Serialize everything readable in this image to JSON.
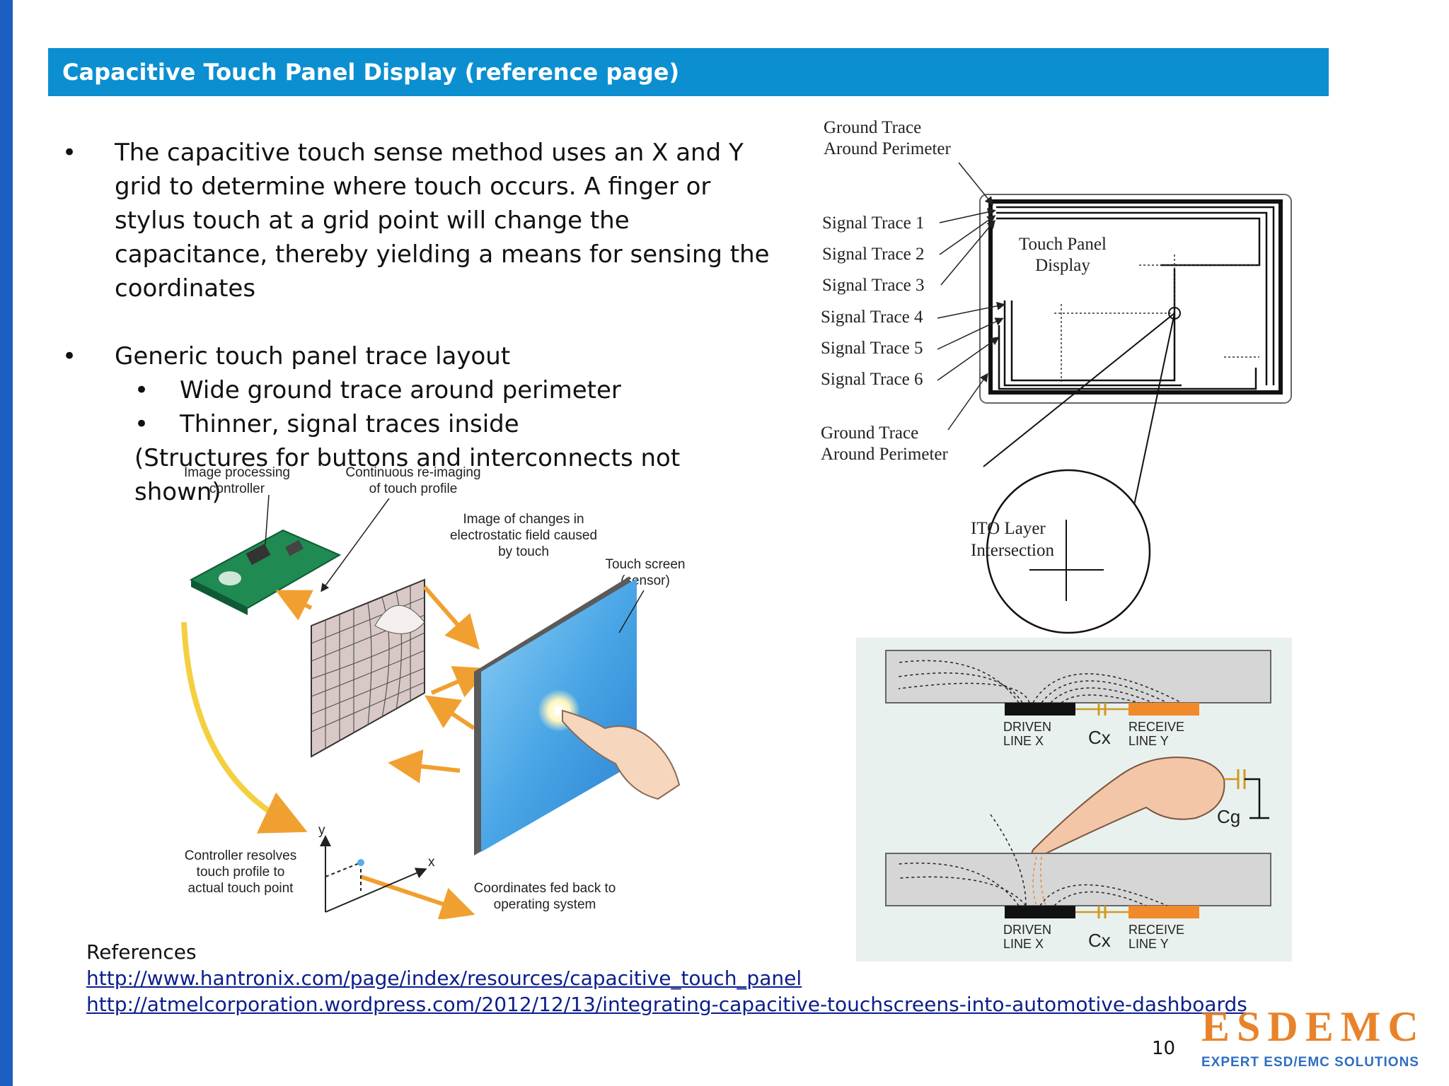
{
  "title": "Capacitive Touch Panel Display (reference page)",
  "bullets": {
    "main": [
      "The capacitive touch sense method uses an X and Y grid to determine where touch occurs.  A finger or stylus touch at a grid point will change the capacitance, thereby yielding a means for sensing the coordinates",
      "Generic touch panel trace layout"
    ],
    "sub": [
      "Wide ground trace around perimeter",
      "Thinner, signal traces inside"
    ],
    "note": "(Structures for buttons and interconnects not shown)"
  },
  "left_figure": {
    "labels": {
      "controller_1": "Image processing",
      "controller_2": "controller",
      "reimaging_1": "Continuous re-imaging",
      "reimaging_2": "of touch profile",
      "changes_1": "Image of changes in",
      "changes_2": "electrostatic field caused",
      "changes_3": "by touch",
      "screen_1": "Touch screen",
      "screen_2": "(sensor)",
      "resolves_1": "Controller resolves",
      "resolves_2": "touch profile to",
      "resolves_3": "actual touch point",
      "coords_1": "Coordinates fed back to",
      "coords_2": "operating system",
      "axis_x": "x",
      "axis_y": "y"
    }
  },
  "trace_diagram": {
    "ground_top_1": "Ground Trace",
    "ground_top_2": "Around Perimeter",
    "signals": [
      "Signal Trace 1",
      "Signal Trace 2",
      "Signal Trace 3",
      "Signal Trace 4",
      "Signal Trace 5",
      "Signal Trace 6"
    ],
    "panel_1": "Touch Panel",
    "panel_2": "Display",
    "ground_bottom_1": "Ground Trace",
    "ground_bottom_2": "Around Perimeter",
    "ito_1": "ITO Layer",
    "ito_2": "Intersection"
  },
  "cap_diagram": {
    "driven_1": "DRIVEN",
    "driven_2": "LINE X",
    "cx": "Cx",
    "receive_1": "RECEIVE",
    "receive_2": "LINE Y",
    "cg": "Cg"
  },
  "references": {
    "heading": "References",
    "links": [
      "http://www.hantronix.com/page/index/resources/capacitive_touch_panel",
      "http://atmelcorporation.wordpress.com/2012/12/13/integrating-capacitive-touchscreens-into-automotive-dashboards"
    ]
  },
  "page_number": "10",
  "logo": {
    "main": "ESDEMC",
    "sub": "EXPERT ESD/EMC SOLUTIONS"
  },
  "colors": {
    "title_bar": "#0b8fd1",
    "left_bar": "#1c5fc0",
    "arrow_orange": "#f0a030",
    "screen_blue": "#5aaee8",
    "receive_orange": "#f08a2a",
    "logo_orange": "#e8832b",
    "logo_blue": "#2e6ec2"
  }
}
